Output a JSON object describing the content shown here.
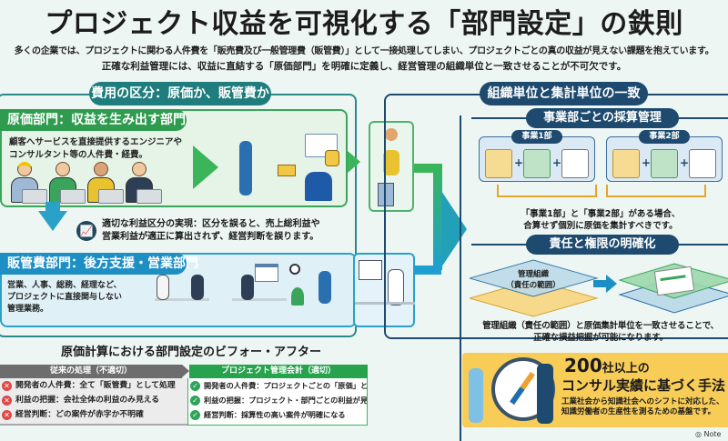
{
  "title": "プロジェクト収益を可視化する「部門設定」の鉄則",
  "intro": {
    "line1": "多くの企業では、プロジェクトに関わる人件費を「販売費及び一般管理費（販管費）」として一接処理してしまい、プロジェクトごとの真の収益が見えない課題を抱えています。",
    "line2": "正確な利益管理には、収益に直結する「原価部門」を明確に定義し、経営管理の組織単位と一致させることが不可欠です。"
  },
  "left_panel": {
    "header": "費用の区分：原価か、販管費か",
    "cost_dept": {
      "title": "原価部門：収益を生み出す部門",
      "desc_line1": "顧客へサービスを直接提供するエンジニアや",
      "desc_line2": "コンサルタント等の人件費・経費。"
    },
    "note": {
      "line1": "適切な利益区分の実現：区分を誤ると、売上総利益や",
      "line2": "営業利益が適正に算出されず、経営判断を誤ります。"
    },
    "sga_dept": {
      "title": "販管費部門：後方支援・営業部門",
      "desc_line1": "営業、人事、総務、経理など、",
      "desc_line2": "プロジェクトに直接関与しない",
      "desc_line3": "管理業務。"
    }
  },
  "right_panel": {
    "header": "組織単位と集計単位の一致",
    "section1": {
      "title": "事業部ごとの採算管理",
      "divisions": [
        "事業1部",
        "事業2部"
      ],
      "caption_line1": "「事業1部」と「事業2部」がある場合、",
      "caption_line2": "合算せず個別に原価を集計すべきです。"
    },
    "section2": {
      "title": "責任と権限の明確化",
      "diamond_label_line1": "管理組織",
      "diamond_label_line2": "（責任の範囲）",
      "caption_line1": "管理組織（責任の範囲）と原価集計単位を一致させることで、",
      "caption_line2": "正確な損益把握が可能になります。"
    }
  },
  "before_after": {
    "title": "原価計算における部門設定のビフォー・アフター",
    "before": {
      "header": "従来の処理（不適切）",
      "items": [
        "開発者の人件費：全て「販管費」として処理",
        "利益の把握：会社全体の利益のみ見える",
        "経営判断：どの案件が赤字か不明確"
      ]
    },
    "after": {
      "header": "プロジェクト管理会計（適切）",
      "items": [
        "開発者の人件費：プロジェクトごとの「原価」として集計",
        "利益の把握：プロジェクト・部門ごとの利益が見える",
        "経営判断：採算性の高い案件が明確になる"
      ]
    }
  },
  "callout": {
    "number": "200",
    "number_suffix": "社以上の",
    "headline": "コンサル実績に基づく手法",
    "sub_line1": "工業社会から知識社会へのシフトに対応した、",
    "sub_line2": "知識労働者の生産性を測るための基盤です。"
  },
  "footer": {
    "brand": "Note"
  },
  "colors": {
    "teal": "#1f7d7d",
    "green": "#2f9b4f",
    "blue": "#1e8fc4",
    "navy": "#1d4a6e",
    "yellow": "#f7cc57",
    "red": "#e04848"
  }
}
